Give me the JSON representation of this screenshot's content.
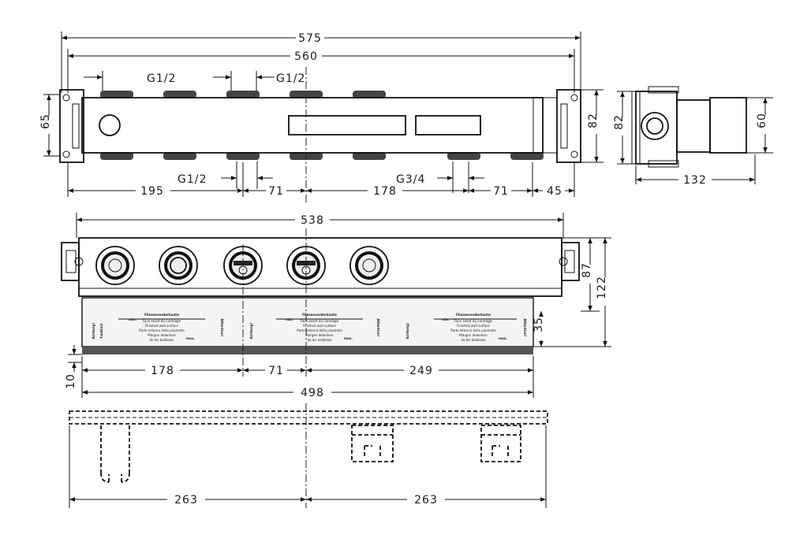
{
  "drawing": {
    "title": "Concealed installation box - dimension drawing",
    "unit": "mm",
    "colors": {
      "line": "#111111",
      "fill_light": "#f2f2f2",
      "fill_dark": "#555555"
    }
  },
  "top_view": {
    "overall_width": "575",
    "inner_width": "560",
    "height_left": "65",
    "height_right": "82",
    "thread_labels_top": [
      "G1/2",
      "G1/2"
    ],
    "thread_labels_bottom": [
      "G1/2",
      "G3/4"
    ],
    "bottom_dims": [
      "195",
      "71",
      "178",
      "71",
      "45"
    ]
  },
  "side_view": {
    "height": "82",
    "depth": "132",
    "right_height": "60"
  },
  "front_view": {
    "width": "538",
    "height_upper": "87",
    "height_total": "122",
    "height_lower": "35",
    "offset_bottom": "10",
    "bottom_dims": [
      "178",
      "71",
      "249"
    ],
    "base_width": "498",
    "label_blocks": [
      {
        "heading": "Fliesenvorderkante",
        "lines": [
          "Face avant du carrelage",
          "Finished wall surface",
          "Parte esterna della piastrella",
          "Margen delantero",
          "de los baldosas"
        ]
      }
    ],
    "side_notes": [
      "Achtung!",
      "Attention!",
      "Cautionl"
    ],
    "min_label": "min.",
    "max_label": "max."
  },
  "bottom_view": {
    "dims": [
      "263",
      "263"
    ]
  }
}
